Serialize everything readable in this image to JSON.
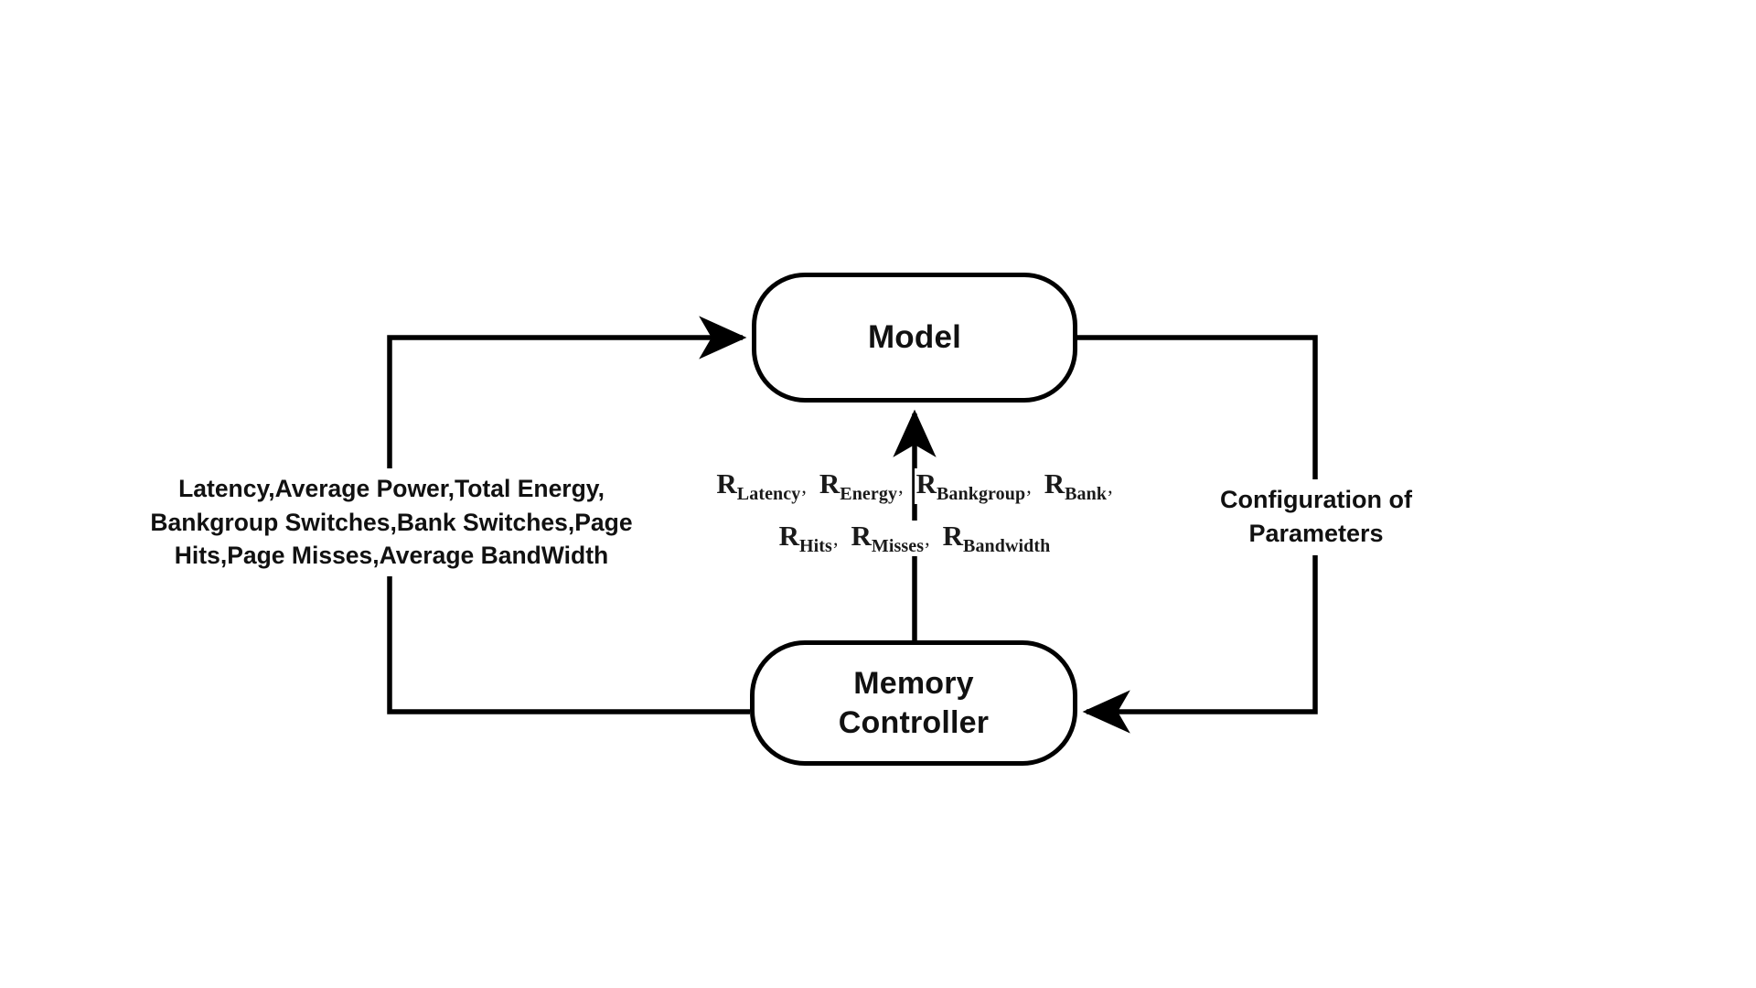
{
  "diagram": {
    "title": "Model and Memory Controller feedback loop",
    "background_color": "#ffffff",
    "line_color": "#000000",
    "text_color": "#111111"
  },
  "nodes": {
    "model": {
      "label": "Model"
    },
    "memory_controller": {
      "label": "Memory\nController"
    }
  },
  "edge_labels": {
    "outputs": "Latency,Average Power,Total Energy, Bankgroup Switches,Bank Switches,Page Hits,Page Misses,Average BandWidth",
    "configuration": "Configuration of Parameters"
  },
  "reward_terms": {
    "row1": [
      {
        "base": "R",
        "sub": "Latency",
        "comma": ","
      },
      {
        "base": "R",
        "sub": "Energy",
        "comma": ","
      },
      {
        "base": "R",
        "sub": "Bankgroup",
        "comma": ","
      },
      {
        "base": "R",
        "sub": "Bank",
        "comma": ","
      }
    ],
    "row2": [
      {
        "base": "R",
        "sub": "Hits",
        "comma": ","
      },
      {
        "base": "R",
        "sub": "Misses",
        "comma": ","
      },
      {
        "base": "R",
        "sub": "Bandwidth",
        "comma": ""
      }
    ]
  },
  "connections": [
    {
      "name": "memory-controller-to-model-feedback",
      "from": "memory_controller",
      "to": "model",
      "direction": "left-loop",
      "arrow": "into-model-left"
    },
    {
      "name": "model-to-memory-controller-config",
      "from": "model",
      "to": "memory_controller",
      "direction": "right-loop",
      "arrow": "into-memory-controller-right"
    },
    {
      "name": "memory-controller-to-model-rewards",
      "from": "memory_controller",
      "to": "model",
      "direction": "vertical-center",
      "arrow": "into-model-bottom"
    }
  ]
}
